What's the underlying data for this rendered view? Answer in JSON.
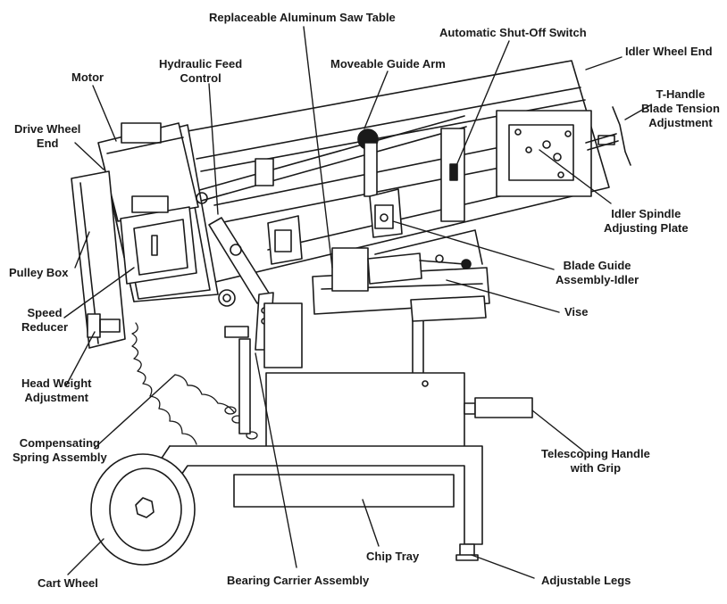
{
  "labels": {
    "saw_table": "Replaceable Aluminum Saw Table",
    "shutoff": "Automatic Shut-Off Switch",
    "idler_end": "Idler Wheel End",
    "hydraulic": [
      "Hydraulic Feed",
      "Control"
    ],
    "motor": "Motor",
    "guide_arm": "Moveable Guide Arm",
    "t_handle": [
      "T-Handle",
      "Blade Tension",
      "Adjustment"
    ],
    "drive_end": [
      "Drive Wheel",
      "End"
    ],
    "idler_plate": [
      "Idler Spindle",
      "Adjusting Plate"
    ],
    "pulley": "Pulley Box",
    "blade_guide": [
      "Blade Guide",
      "Assembly-Idler"
    ],
    "speed": [
      "Speed",
      "Reducer"
    ],
    "vise": "Vise",
    "head_weight": [
      "Head Weight",
      "Adjustment"
    ],
    "spring": [
      "Compensating",
      "Spring Assembly"
    ],
    "handle": [
      "Telescoping Handle",
      "with Grip"
    ],
    "chip_tray": "Chip Tray",
    "cart_wheel": "Cart Wheel",
    "bearing": "Bearing Carrier Assembly",
    "legs": "Adjustable Legs"
  }
}
